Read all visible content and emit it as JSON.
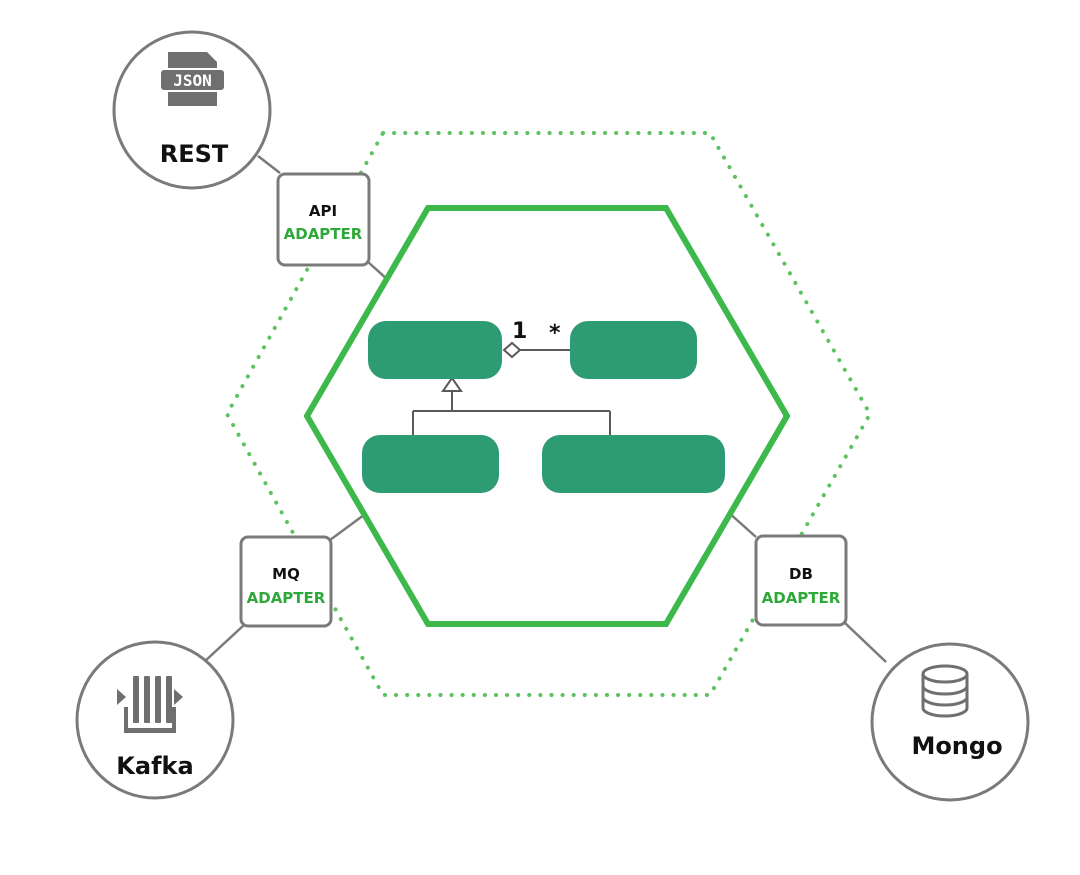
{
  "colors": {
    "core_green": "#3cb94a",
    "entity_green": "#2e9c73",
    "dotted_green": "#5cc25f",
    "adapter_green": "#2fa83a",
    "gray_stroke": "#7a7a7a",
    "icon_gray": "#6f6f6f",
    "text_dark": "#111111"
  },
  "adapters": {
    "api": {
      "title": "API",
      "subtitle": "ADAPTER"
    },
    "mq": {
      "title": "MQ",
      "subtitle": "ADAPTER"
    },
    "db": {
      "title": "DB",
      "subtitle": "ADAPTER"
    }
  },
  "nodes": {
    "rest": {
      "label": "REST",
      "icon": "json-file-icon",
      "icon_text": "JSON"
    },
    "kafka": {
      "label": "Kafka",
      "icon": "message-queue-icon"
    },
    "mongo": {
      "label": "Mongo",
      "icon": "database-icon"
    }
  },
  "association": {
    "source_multiplicity": "1",
    "target_multiplicity": "*"
  }
}
